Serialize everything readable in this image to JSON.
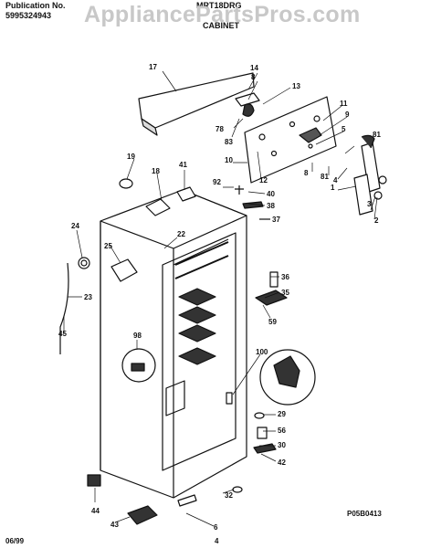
{
  "header": {
    "publication_label": "Publication No.",
    "publication_number": "5995324943",
    "model": "MRT18DRG",
    "section": "CABINET"
  },
  "watermark": "AppliancePartsPros.com",
  "footer": {
    "date": "06/99",
    "page": "4",
    "drawing_code": "P05B0413"
  },
  "part_labels": [
    "17",
    "14",
    "8",
    "13",
    "78",
    "83",
    "11",
    "9",
    "5",
    "81",
    "10",
    "12",
    "8",
    "81",
    "4",
    "1",
    "3",
    "2",
    "92",
    "40",
    "38",
    "37",
    "19",
    "18",
    "41",
    "22",
    "24",
    "25",
    "23",
    "45",
    "36",
    "35",
    "59",
    "98",
    "100",
    "29",
    "56",
    "30",
    "42",
    "44",
    "32",
    "43",
    "6"
  ]
}
